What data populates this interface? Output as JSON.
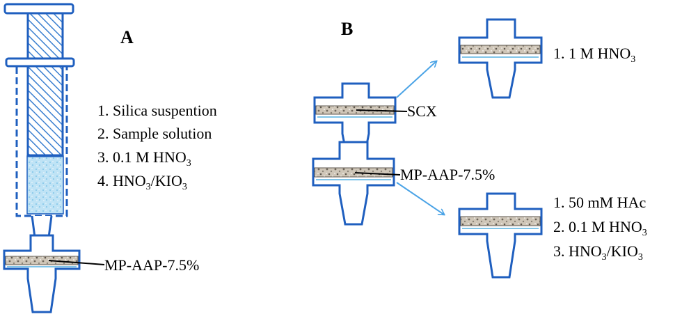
{
  "panels": {
    "a": "A",
    "b": "B"
  },
  "panel_a": {
    "steps": [
      {
        "num": "1.",
        "text": "Silica suspention"
      },
      {
        "num": "2.",
        "text": "Sample solution"
      },
      {
        "num": "3.",
        "text": "0.1 M HNO",
        "sub": "3"
      },
      {
        "num": "4.",
        "parts": [
          "HNO",
          "3",
          "/KIO",
          "3"
        ]
      }
    ],
    "filter_label": "MP-AAP-7.5%"
  },
  "panel_b": {
    "upper_filter_label": "SCX",
    "lower_filter_label": "MP-AAP-7.5%",
    "top_branch_step": {
      "num": "1.",
      "text": "1 M HNO",
      "sub": "3"
    },
    "bottom_branch_steps": [
      {
        "num": "1.",
        "text": "50 mM HAc"
      },
      {
        "num": "2.",
        "text": "0.1 M HNO",
        "sub": "3"
      },
      {
        "num": "3.",
        "parts": [
          "HNO",
          "3",
          "/KIO",
          "3"
        ]
      }
    ]
  },
  "colors": {
    "housing": "#1f5fbf",
    "arrow": "#4aa3e6",
    "hatch": "#3a7fd0",
    "membrane_light": "#cfc6b8",
    "membrane_dark": "#6d655a",
    "solution": "#bfe3f5"
  }
}
